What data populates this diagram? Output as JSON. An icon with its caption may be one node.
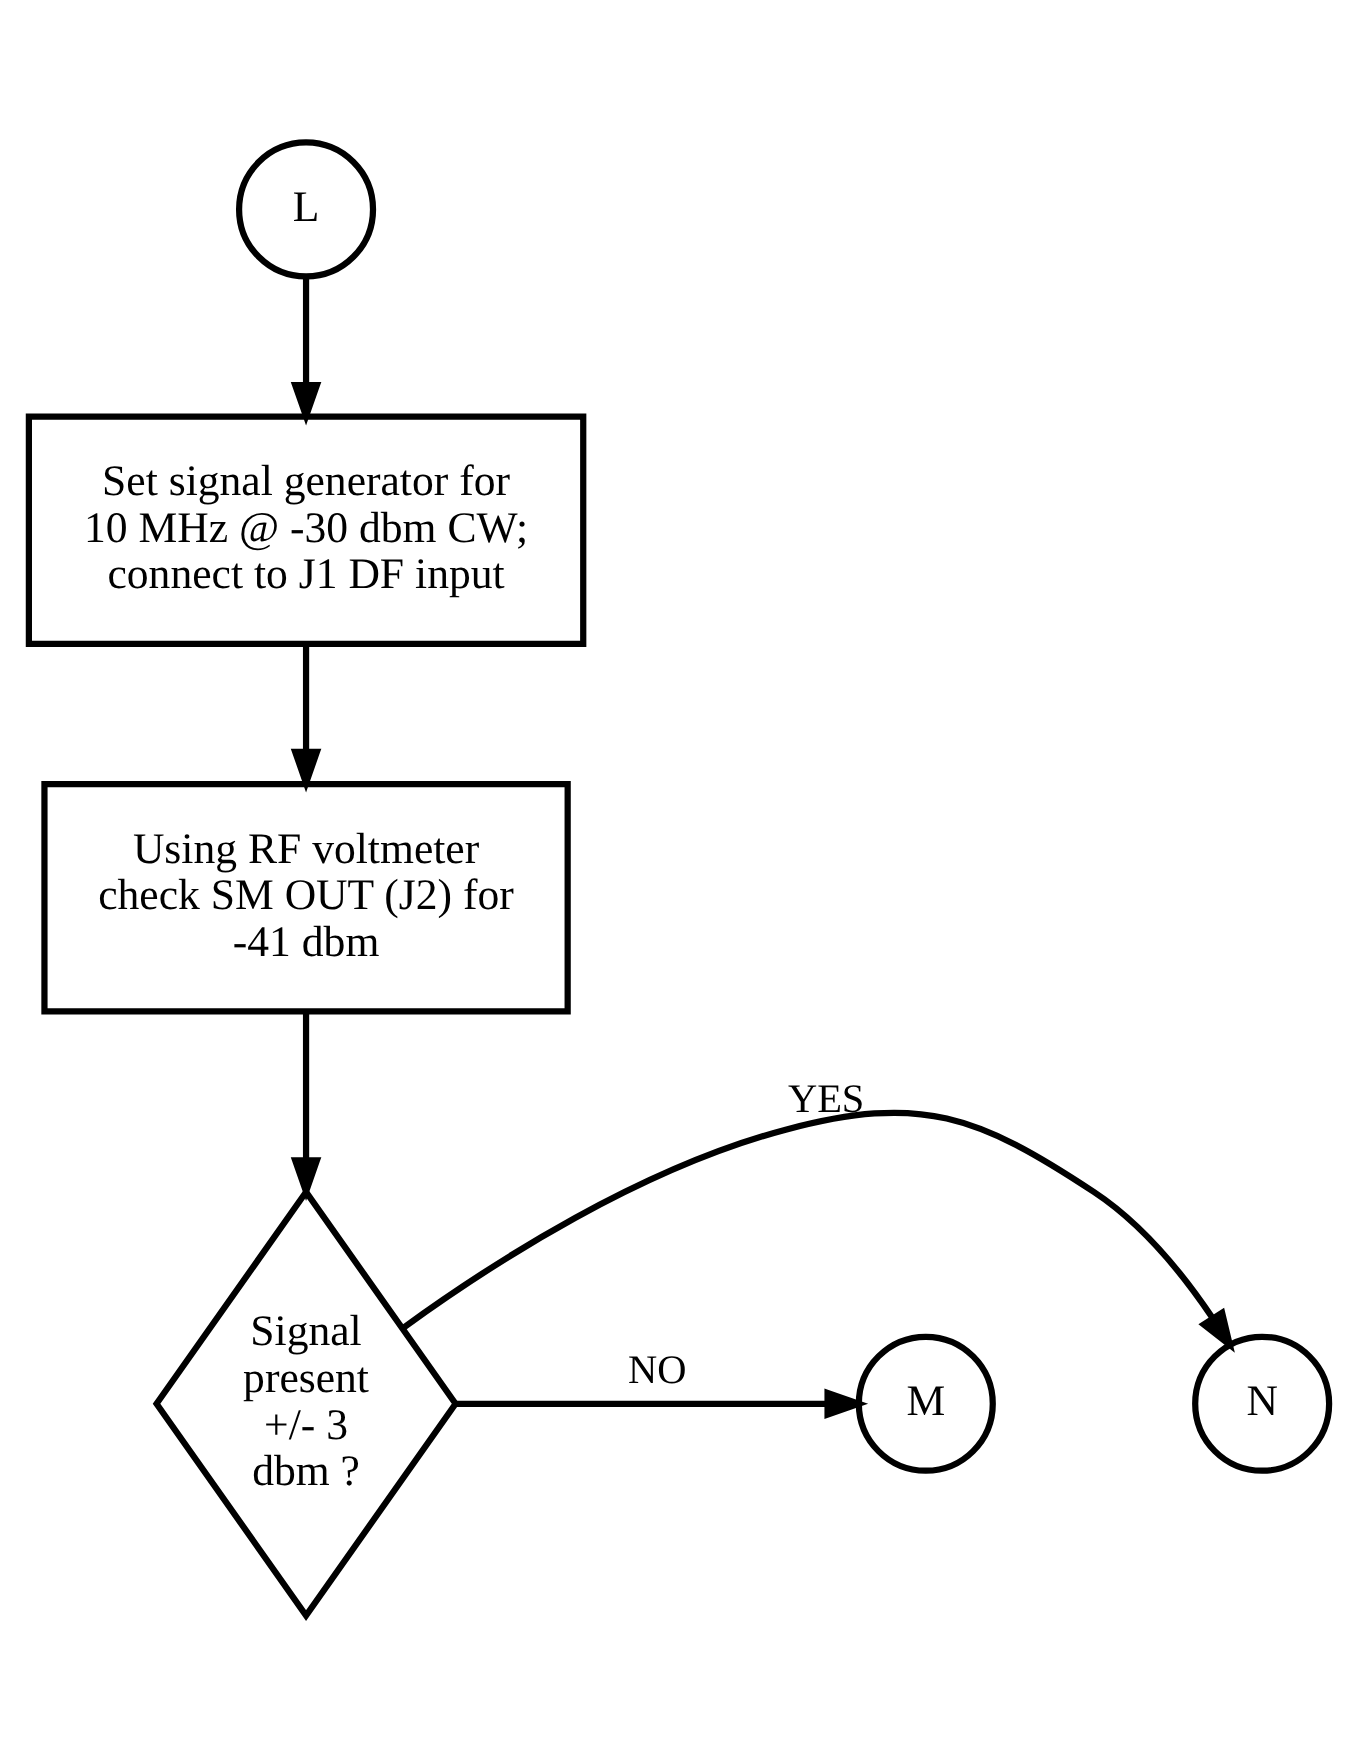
{
  "diagram": {
    "nodes": [
      {
        "text": [
          "L"
        ]
      },
      {
        "text": [
          "Set signal generator for 10 MHz @ -30 dbm CW; connect to J1 DF input"
        ]
      },
      {
        "text": [
          "Using RF voltmeter check SM OUT (J2) for -41 dbm"
        ]
      },
      {
        "text": [
          "Signal present +/- 3 dbm ?"
        ]
      },
      {
        "text": [
          "M"
        ]
      },
      {
        "text": [
          "N"
        ]
      }
    ],
    "edges": [
      {
        "from": 0,
        "to": 1,
        "arrow": "to"
      },
      {
        "from": 1,
        "to": 2,
        "arrow": "to"
      },
      {
        "from": 2,
        "to": 3,
        "arrow": "to"
      },
      {
        "from": 3,
        "to": 4,
        "arrow": "to",
        "label": "NO"
      },
      {
        "from": 3,
        "to": 5,
        "arrow": "to",
        "label": "YES"
      }
    ]
  }
}
